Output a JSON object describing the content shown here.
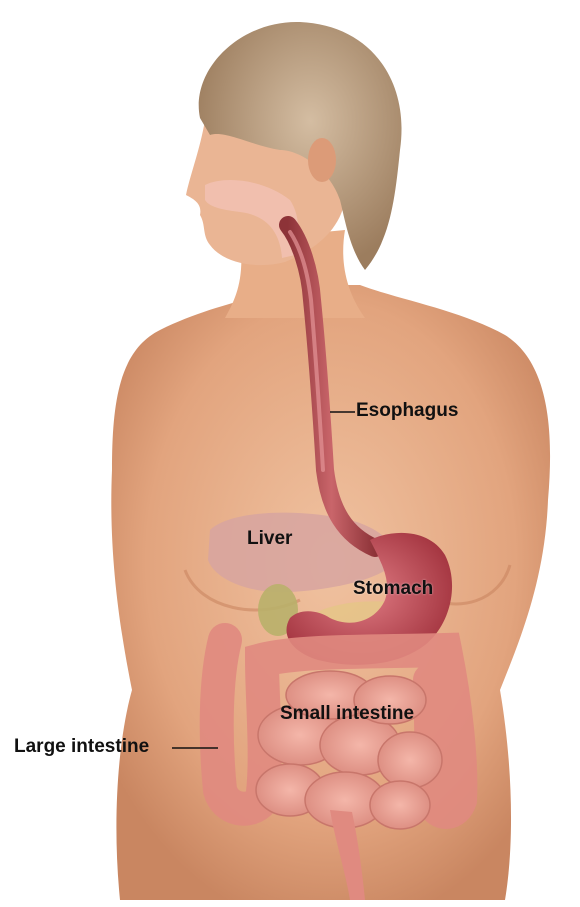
{
  "labels": {
    "esophagus": "Esophagus",
    "liver": "Liver",
    "stomach": "Stomach",
    "small_intestine": "Small intestine",
    "large_intestine": "Large intestine"
  },
  "colors": {
    "background": "#ffffff",
    "skin": "#e8ae88",
    "skin_shadow": "#c98661",
    "hair": "#b79a7c",
    "esophagus": "#a8454a",
    "stomach": "#c04954",
    "liver": "#d7a4a0",
    "intestine": "#e59a8e",
    "gallbladder": "#b9b06a",
    "label_text": "#111111"
  },
  "icons": {
    "figure": "human-torso-digestive-system-illustration"
  }
}
